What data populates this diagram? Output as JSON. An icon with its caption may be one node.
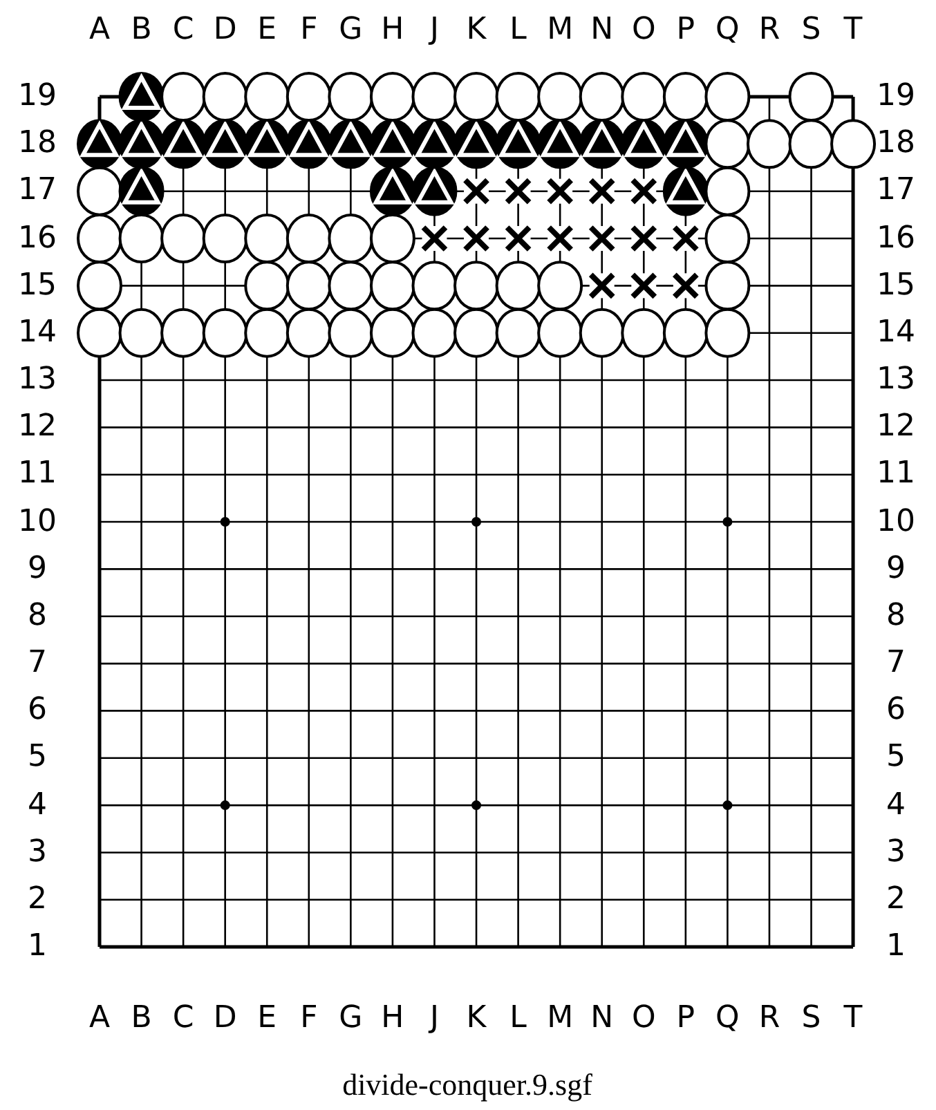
{
  "diagram": {
    "caption": "divide-conquer.9.sgf",
    "labels": [
      "A",
      "B",
      "C",
      "D",
      "E",
      "F",
      "G",
      "H",
      "J",
      "K",
      "L",
      "M",
      "N",
      "O",
      "P",
      "Q",
      "R",
      "S",
      "T",
      "19",
      "19",
      "18",
      "18",
      "17",
      "17",
      "16",
      "16",
      "15",
      "15",
      "14",
      "14",
      "13",
      "13",
      "12",
      "12",
      "11",
      "11",
      "10",
      "10",
      "9",
      "9",
      "8",
      "8",
      "7",
      "7",
      "6",
      "6",
      "5",
      "5",
      "4",
      "4",
      "3",
      "3",
      "2",
      "2",
      "1",
      "1",
      "A",
      "B",
      "C",
      "D",
      "E",
      "F",
      "G",
      "H",
      "J",
      "K",
      "L",
      "M",
      "N",
      "O",
      "P",
      "Q",
      "R",
      "S",
      "T"
    ]
  }
}
